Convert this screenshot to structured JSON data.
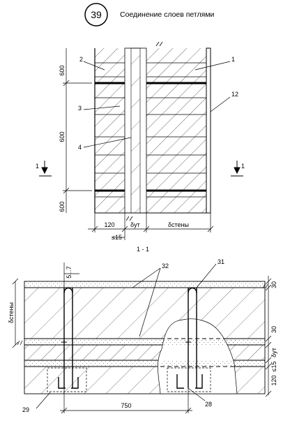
{
  "header": {
    "badge_number": "39",
    "title": "Соединение слоев петлями"
  },
  "elevation": {
    "dimensions": [
      "600",
      "600",
      "600"
    ],
    "bottom_dims": [
      "120",
      "δут",
      "δстены"
    ],
    "bottom_note": "≤15",
    "callouts": [
      "2",
      "1",
      "12",
      "3",
      "4"
    ],
    "section_mark": "1"
  },
  "section": {
    "title": "1 - 1",
    "callouts": [
      "32",
      "31",
      "29",
      "28"
    ],
    "top_note": "5...7",
    "right_dims": [
      "30",
      "30",
      "δут",
      "≤15",
      "120"
    ],
    "left_dim": "δстены",
    "bottom_dim": "750"
  }
}
